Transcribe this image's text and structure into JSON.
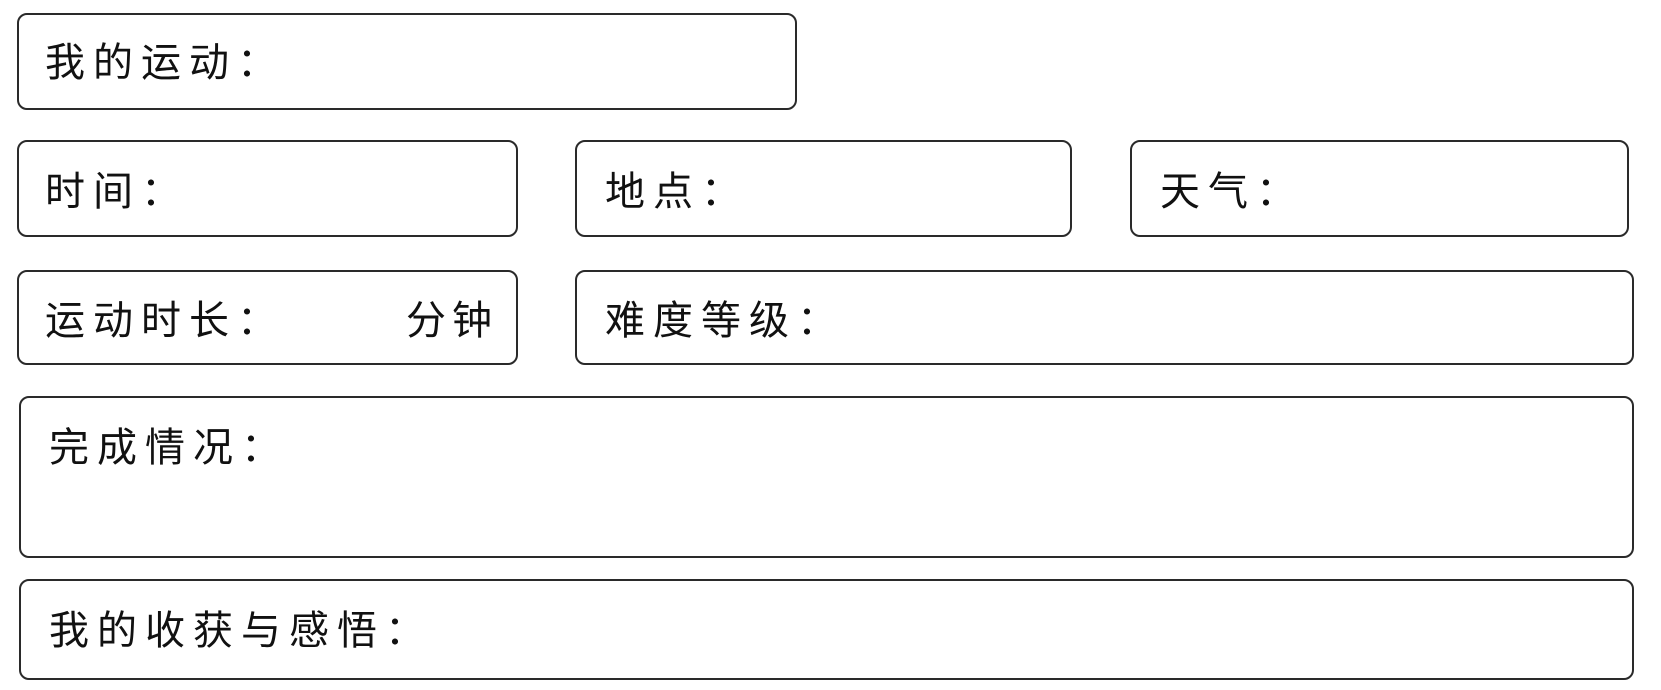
{
  "form": {
    "sport_label": "我的运动：",
    "time_label": "时间：",
    "place_label": "地点：",
    "weather_label": "天气：",
    "duration_label": "运动时长：",
    "duration_unit": "分钟",
    "difficulty_label": "难度等级：",
    "completion_label": "完成情况：",
    "reflection_label": "我的收获与感悟："
  }
}
